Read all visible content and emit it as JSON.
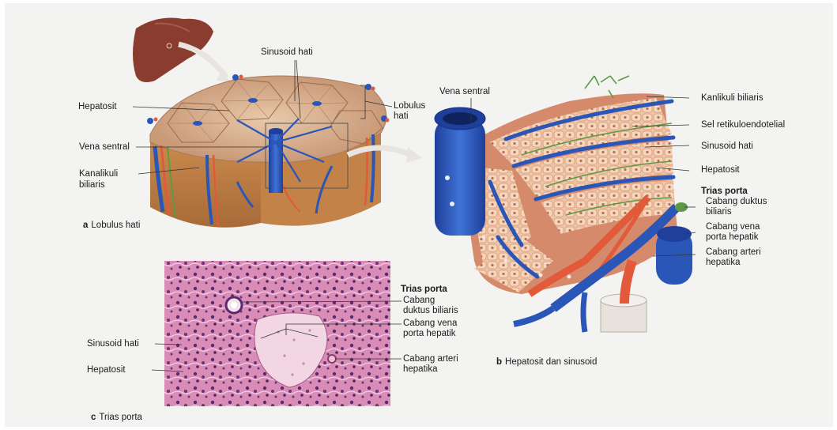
{
  "figure_a": {
    "caption_letter": "a",
    "caption": "Lobulus hati",
    "labels": {
      "sinusoid": "Sinusoid hati",
      "hepatosit": "Hepatosit",
      "lobulus_line1": "Lobulus",
      "lobulus_line2": "hati",
      "vena_sentral": "Vena sentral",
      "kanalikuli_line1": "Kanalikuli",
      "kanalikuli_line2": "biliaris"
    }
  },
  "figure_b": {
    "caption_letter": "b",
    "caption": "Hepatosit dan sinusoid",
    "labels": {
      "vena_sentral": "Vena sentral",
      "kanlikuli": "Kanlikuli biliaris",
      "sel_retikulo": "Sel retikuloendotelial",
      "sinusoid": "Sinusoid hati",
      "hepatosit": "Hepatosit",
      "trias_title": "Trias porta",
      "duktus_line1": "Cabang duktus",
      "duktus_line2": "biliaris",
      "vena_line1": "Cabang vena",
      "vena_line2": "porta hepatik",
      "arteri_line1": "Cabang arteri",
      "arteri_line2": "hepatika"
    }
  },
  "figure_c": {
    "caption_letter": "c",
    "caption": "Trias porta",
    "labels": {
      "trias_title": "Trias porta",
      "duktus_line1": "Cabang",
      "duktus_line2": "duktus biliaris",
      "vena_line1": "Cabang vena",
      "vena_line2": "porta hepatik",
      "arteri_line1": "Cabang arteri",
      "arteri_line2": "hepatika",
      "sinusoid": "Sinusoid hati",
      "hepatosit": "Hepatosit"
    }
  },
  "colors": {
    "liver": "#8a3d2e",
    "lobule_tissue": "#d9b596",
    "vein": "#2a56b8",
    "artery": "#e25a3a",
    "bile_duct": "#5e9a46",
    "hepatocyte": "#e8b08e",
    "histology_bg": "#d88bb4"
  }
}
